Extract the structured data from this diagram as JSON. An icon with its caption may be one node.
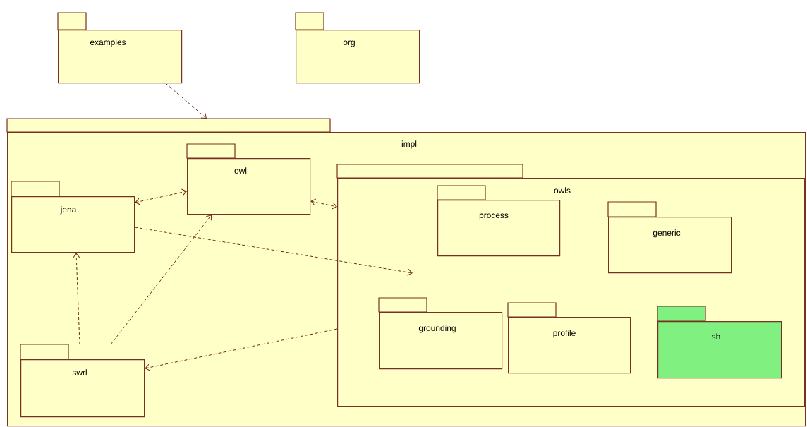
{
  "diagram": {
    "nodes": [
      {
        "text": [
          "examples"
        ]
      },
      {
        "text": [
          "org"
        ]
      },
      {
        "text": [
          "impl"
        ]
      },
      {
        "text": [
          "owl"
        ],
        "in": 2
      },
      {
        "text": [
          "jena"
        ],
        "in": 2
      },
      {
        "text": [
          "owls"
        ],
        "in": 2
      },
      {
        "text": [
          "process"
        ],
        "in": 5
      },
      {
        "text": [
          "generic"
        ],
        "in": 5
      },
      {
        "text": [
          "grounding"
        ],
        "in": 5
      },
      {
        "text": [
          "profile"
        ],
        "in": 5
      },
      {
        "text": [
          "sh"
        ],
        "in": 5
      },
      {
        "text": [
          "swrl"
        ],
        "in": 2
      }
    ],
    "edges": [
      {
        "from": 0,
        "to": 2,
        "arrow": "to",
        "style": "dashed"
      },
      {
        "from": 4,
        "to": 3,
        "arrow": "both",
        "style": "dashed"
      },
      {
        "from": 3,
        "to": 5,
        "arrow": "both",
        "style": "dashed"
      },
      {
        "from": 4,
        "to": null,
        "arrow": "to",
        "style": "dashed"
      },
      {
        "from": 11,
        "to": 4,
        "arrow": "to",
        "style": "dashed"
      },
      {
        "from": 11,
        "to": 3,
        "arrow": "to",
        "style": "dashed"
      },
      {
        "from": 5,
        "to": 11,
        "arrow": "to",
        "style": "dashed"
      }
    ]
  }
}
